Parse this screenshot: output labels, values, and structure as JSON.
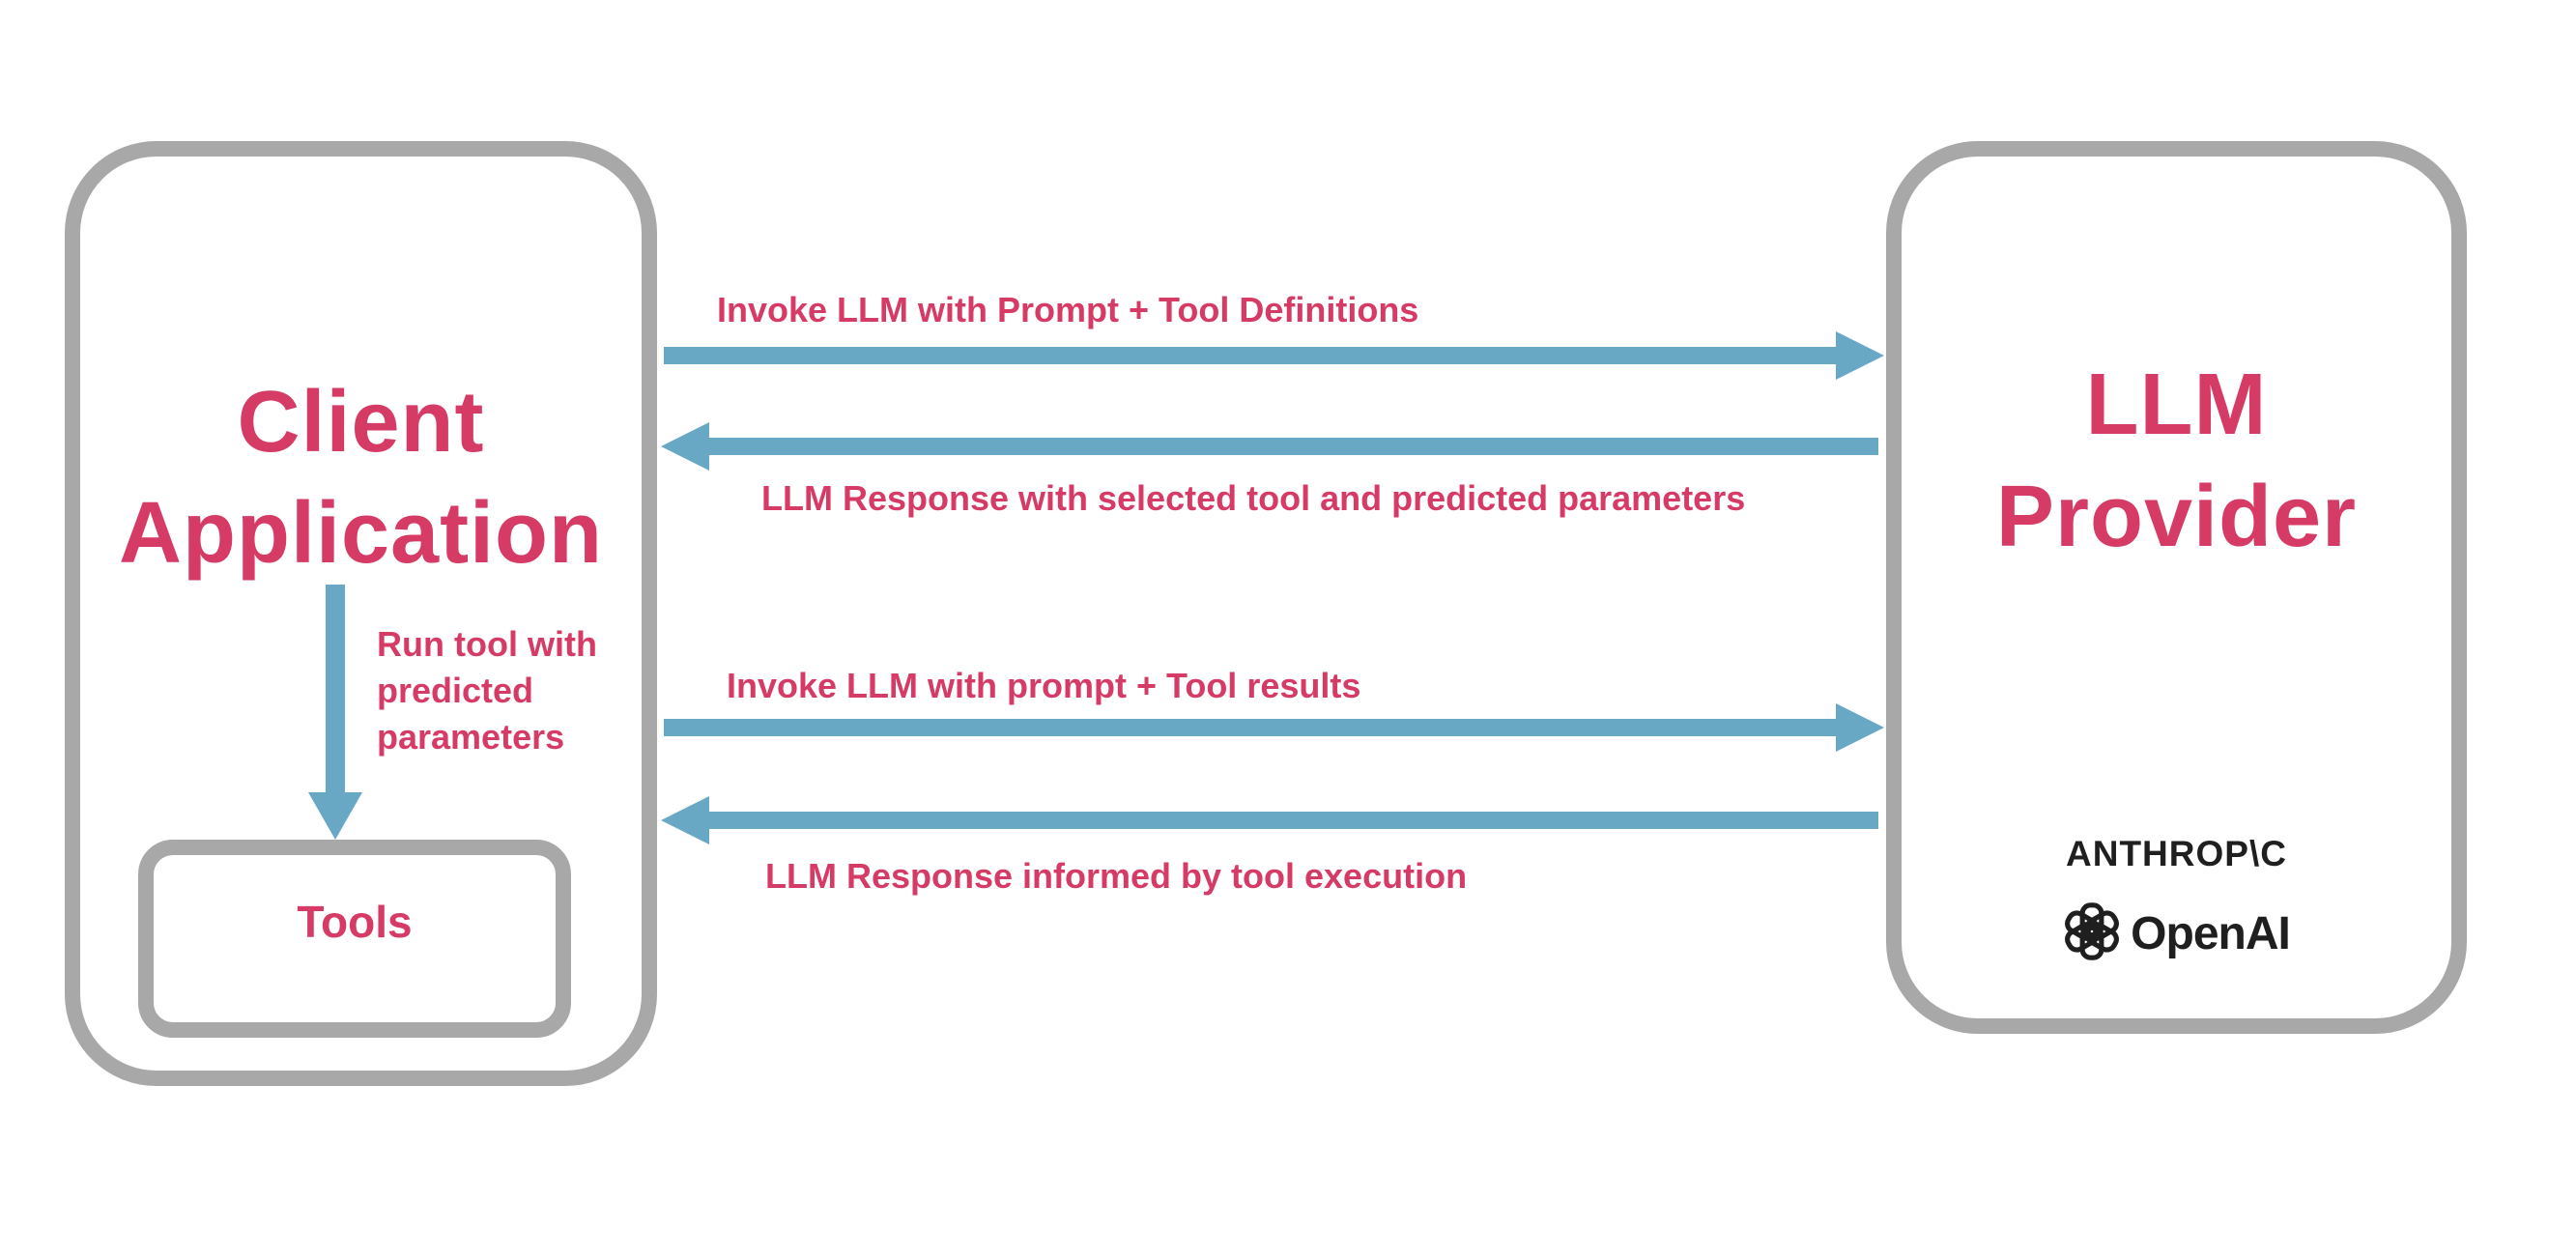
{
  "diagram": {
    "client_box": {
      "title_line1": "Client",
      "title_line2": "Application"
    },
    "tools_box": {
      "label": "Tools"
    },
    "provider_box": {
      "title_line1": "LLM",
      "title_line2": "Provider",
      "logos": {
        "anthropic_wordmark": "ANTHROP\\C",
        "openai_wordmark": "OpenAI",
        "openai_icon": "openai-knot-icon"
      }
    },
    "arrows": [
      {
        "direction": "right",
        "from": "Client Application",
        "to": "LLM Provider",
        "label": "Invoke LLM with Prompt + Tool Definitions"
      },
      {
        "direction": "left",
        "from": "LLM Provider",
        "to": "Client Application",
        "label": "LLM Response with selected tool and predicted parameters"
      },
      {
        "direction": "right",
        "from": "Client Application",
        "to": "LLM Provider",
        "label": "Invoke LLM with prompt + Tool results"
      },
      {
        "direction": "left",
        "from": "LLM Provider",
        "to": "Client Application",
        "label": "LLM Response informed by tool execution"
      }
    ],
    "tool_arrow": {
      "direction": "down",
      "from": "Client Application",
      "to": "Tools",
      "label_line1": "Run tool with",
      "label_line2": "predicted",
      "label_line3": "parameters"
    }
  },
  "colors": {
    "accent_pink": "#d63b66",
    "arrow_blue": "#68a8c4",
    "border_gray": "#a8a8a8",
    "logo_black": "#1f1f1f",
    "bg": "#ffffff"
  }
}
